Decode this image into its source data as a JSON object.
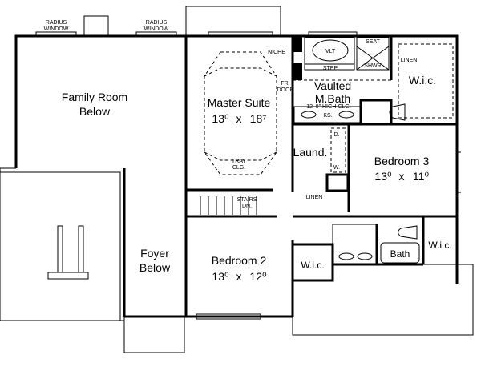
{
  "rooms": {
    "family_room": {
      "name_line1": "Family Room",
      "name_line2": "Below"
    },
    "foyer": {
      "name_line1": "Foyer",
      "name_line2": "Below"
    },
    "master_suite": {
      "name": "Master Suite",
      "width": "13⁰",
      "by": "x",
      "length": "18⁷"
    },
    "master_bath": {
      "name_line1": "Vaulted",
      "name_line2": "M.Bath",
      "ceiling": "12'-0\" HIGH CLG."
    },
    "master_wic": {
      "name": "W.i.c."
    },
    "laundry": {
      "name": "Laund."
    },
    "bedroom_3": {
      "name": "Bedroom 3",
      "width": "13⁰",
      "by": "x",
      "length": "11⁰"
    },
    "bedroom_2": {
      "name": "Bedroom 2",
      "width": "13⁰",
      "by": "x",
      "length": "12⁰"
    },
    "bedroom2_wic": {
      "name": "W.i.c."
    },
    "bath": {
      "name": "Bath"
    },
    "bedroom3_wic": {
      "name": "W.i.c."
    }
  },
  "notes": {
    "radius_window_left": [
      "RADIUS",
      "WINDOW"
    ],
    "radius_window_right": [
      "RADIUS",
      "WINDOW"
    ],
    "niche": "NICHE",
    "fr_door": [
      "FR.",
      "DOOR"
    ],
    "tub": "VLT",
    "step": "STEP",
    "seat": "SEAT",
    "shower": "SHWR",
    "linen_master": "LINEN",
    "ks": "KS.",
    "tray_ceiling": [
      "TRAY",
      "CLG."
    ],
    "dryer": "D.",
    "washer": "W.",
    "linen_hall": "LINEN",
    "stairs": [
      "STAIRS",
      "DN."
    ]
  }
}
